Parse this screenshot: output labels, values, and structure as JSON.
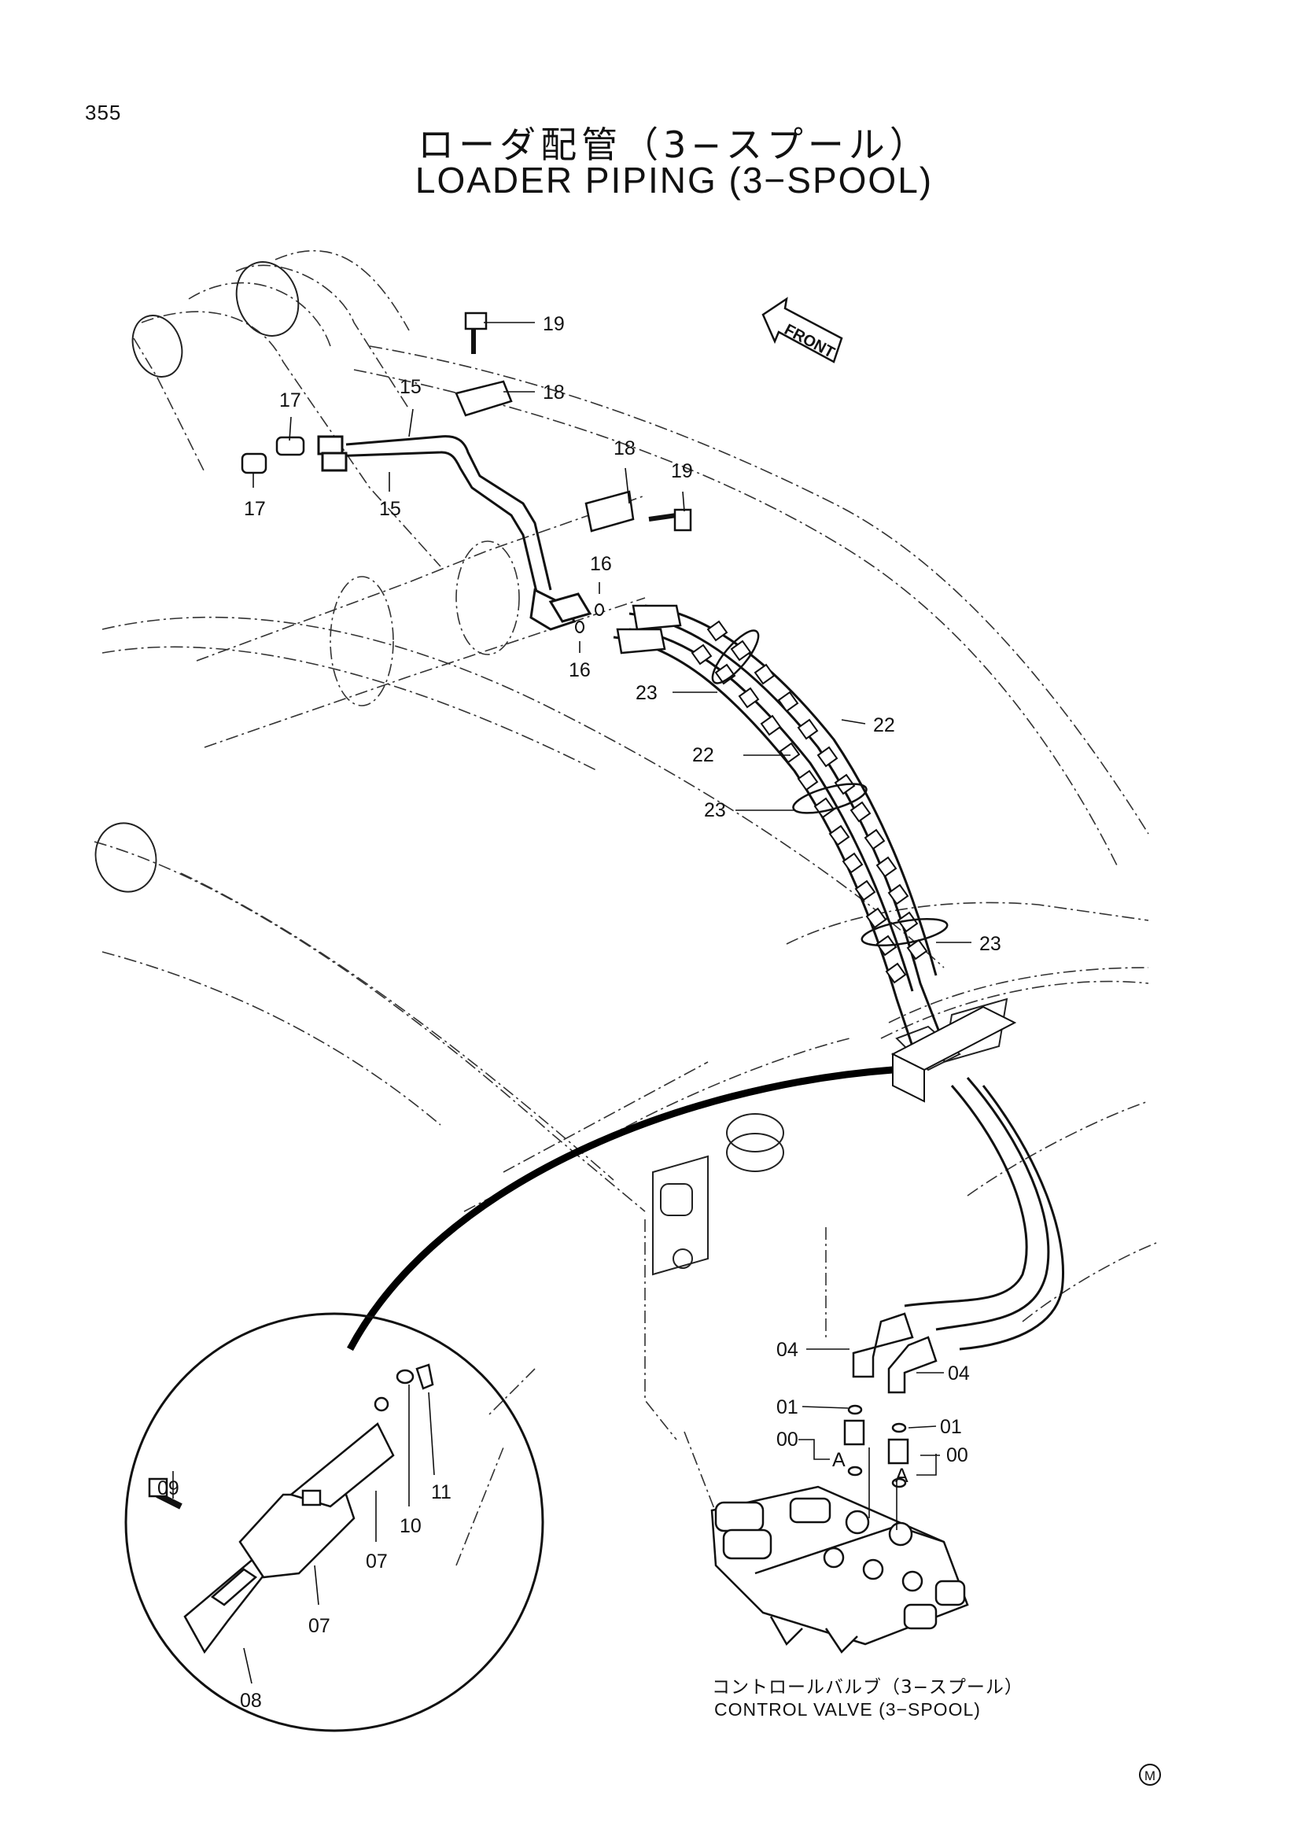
{
  "page_number": "355",
  "title_jp": "ローダ配管（3−スプール）",
  "title_en": "LOADER PIPING (3−SPOOL)",
  "front_label": "FRONT",
  "control_valve_jp": "コントロールバルブ（3−スプール）",
  "control_valve_en": "CONTROL VALVE (3−SPOOL)",
  "detail_a_label": "A",
  "mark": "M",
  "callouts": {
    "c19a": "19",
    "c18a": "18",
    "c15a": "15",
    "c15b": "15",
    "c17a": "17",
    "c17b": "17",
    "c18b": "18",
    "c19b": "19",
    "c16a": "16",
    "c16b": "16",
    "c23a": "23",
    "c22a": "22",
    "c22b": "22",
    "c23b": "23",
    "c23c": "23",
    "c04a": "04",
    "c04b": "04",
    "c01a": "01",
    "c01b": "01",
    "c00a": "00",
    "c00b": "00",
    "c09": "09",
    "c10": "10",
    "c11": "11",
    "c07a": "07",
    "c07b": "07",
    "c08": "08"
  }
}
